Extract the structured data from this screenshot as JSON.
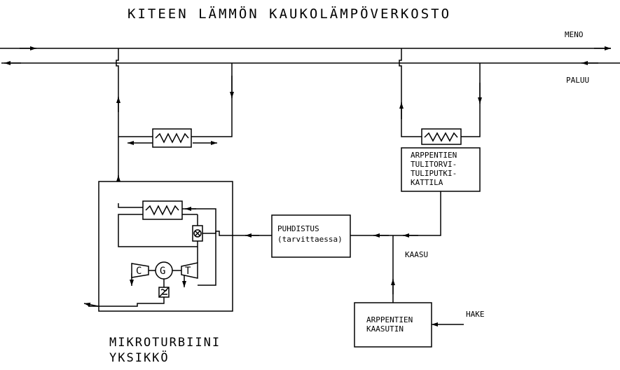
{
  "title": "KITEEN LÄMMÖN KAUKOLÄMPÖVERKOSTO",
  "labels": {
    "meno": "MENO",
    "paluu": "PALUU",
    "boiler": [
      "ARPPENTIEN",
      "TULITORVI-",
      "TULIPUTKI-",
      "KATTILA"
    ],
    "cleaning": [
      "PUHDISTUS",
      "(tarvittaessa)"
    ],
    "gas": "KAASU",
    "gasifier": [
      "ARPPENTIEN",
      "KAASUTIN"
    ],
    "chips": "HAKE",
    "microturbine": [
      "MIKROTURBIINI",
      "YKSIKKÖ"
    ],
    "compressor": "C",
    "generator": "G",
    "turbine": "T"
  }
}
